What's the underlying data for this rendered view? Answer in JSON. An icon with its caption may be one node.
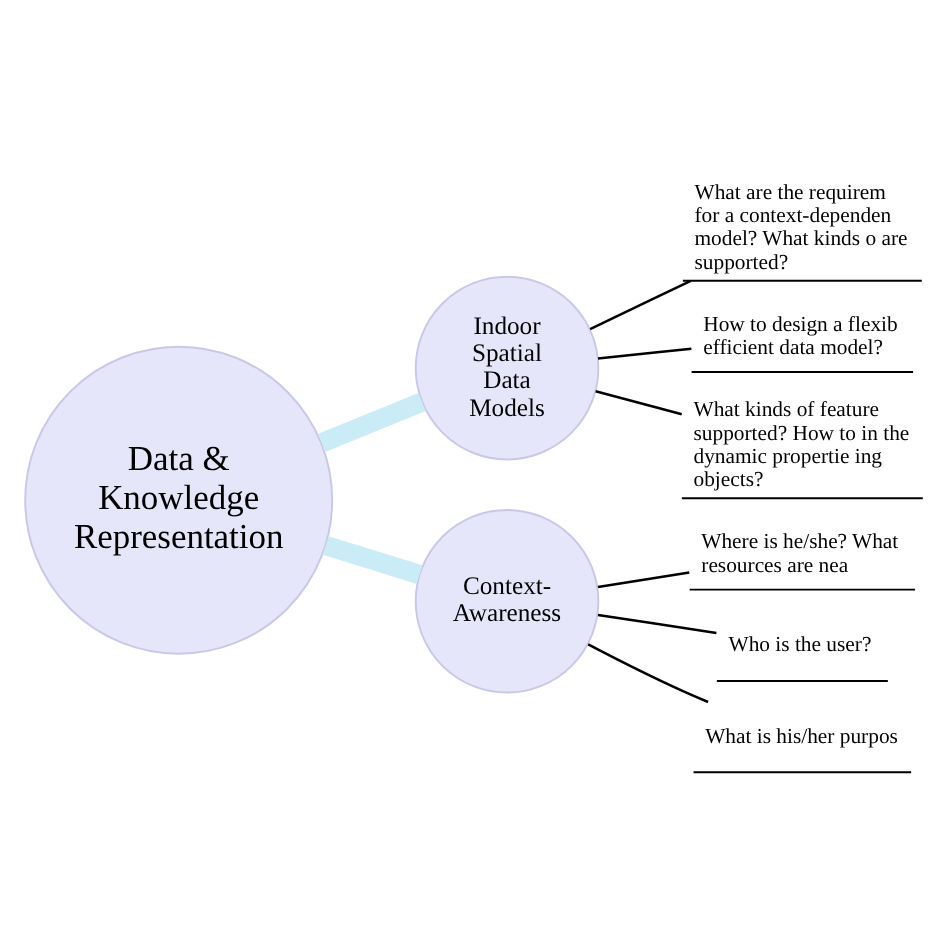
{
  "diagram": {
    "nodes": [
      {
        "text": [
          "Data & Knowledge Representation"
        ]
      },
      {
        "text": [
          "Indoor Spatial Data Models"
        ]
      },
      {
        "text": [
          "What are the requirem for a context-dependen model? What kinds o are supported?"
        ]
      },
      {
        "text": [
          "How to design a flexib efficient data model?"
        ]
      },
      {
        "text": [
          "What kinds of feature supported? How to in the dynamic propertie ing objects?"
        ]
      },
      {
        "text": [
          "Context-Awareness"
        ]
      },
      {
        "text": [
          "Where is he/she? What resources are nea"
        ]
      },
      {
        "text": [
          "Who is the user?"
        ]
      },
      {
        "text": [
          "What is his/her purpos"
        ]
      }
    ],
    "edges": [
      {
        "from": 0,
        "to": 1,
        "arrow": "none",
        "style": "thick",
        "color": "#c9ecf6"
      },
      {
        "from": 0,
        "to": 5,
        "arrow": "none",
        "style": "thick",
        "color": "#c9ecf6"
      },
      {
        "from": 1,
        "to": 2,
        "arrow": "none"
      },
      {
        "from": 1,
        "to": 3,
        "arrow": "none"
      },
      {
        "from": 1,
        "to": 4,
        "arrow": "none"
      },
      {
        "from": 5,
        "to": 6,
        "arrow": "none"
      },
      {
        "from": 5,
        "to": 7,
        "arrow": "none"
      },
      {
        "from": 5,
        "to": 8,
        "arrow": "none"
      }
    ]
  }
}
